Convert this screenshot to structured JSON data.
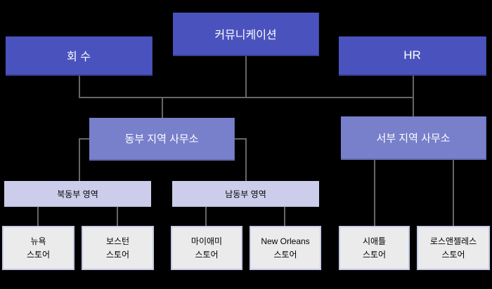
{
  "diagram": {
    "type": "org-chart",
    "nodes": {
      "communication": {
        "label": "커뮤니케이션",
        "level": 1
      },
      "recall": {
        "label": "회 수",
        "level": 1
      },
      "hr": {
        "label": "HR",
        "level": 1
      },
      "east_office": {
        "label": "동부 지역 사무소",
        "level": 2,
        "parent": "커뮤니케이션"
      },
      "west_office": {
        "label": "서부 지역 사무소",
        "level": 2,
        "parent": "커뮤니케이션"
      },
      "northeast_region": {
        "label": "북동부 영역",
        "level": 3,
        "parent": "동부 지역 사무소"
      },
      "southeast_region": {
        "label": "남동부 영역",
        "level": 3,
        "parent": "동부 지역 사무소"
      },
      "new_york": {
        "name": "뉴욕",
        "type": "스토어",
        "level": 4,
        "parent": "북동부 영역"
      },
      "boston": {
        "name": "보스턴",
        "type": "스토어",
        "level": 4,
        "parent": "북동부 영역"
      },
      "miami": {
        "name": "마이애미",
        "type": "스토어",
        "level": 4,
        "parent": "남동부 영역"
      },
      "new_orleans": {
        "name": "New Orleans",
        "type": "스토어",
        "level": 4,
        "parent": "남동부 영역"
      },
      "seattle": {
        "name": "시애틀",
        "type": "스토어",
        "level": 4,
        "parent": "서부 지역 사무소"
      },
      "los_angeles": {
        "name": "로스앤젤레스",
        "type": "스토어",
        "level": 4,
        "parent": "서부 지역 사무소"
      }
    },
    "colors": {
      "background": "#000000",
      "level1_fill": "#4a53bd",
      "level2_fill": "#7880cb",
      "level3_fill": "#cccdea",
      "level4_fill": "#ebebeb",
      "level4_border": "#c5cae8",
      "connector": "#666666",
      "text_light": "#ffffff",
      "text_dark": "#000000"
    }
  }
}
